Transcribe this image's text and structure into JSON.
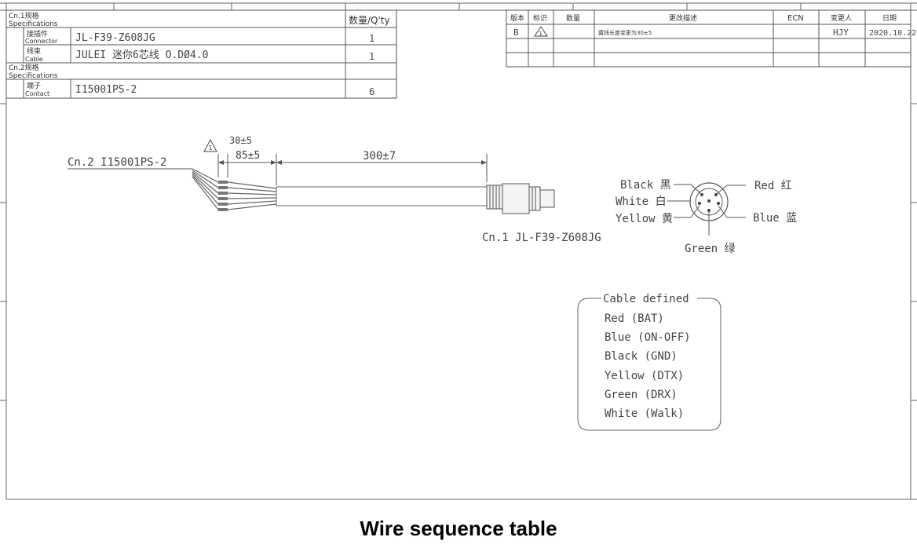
{
  "spec_table": {
    "cn1_label": "Cn.1规格",
    "cn1_sub": "Specifications",
    "qty_header": "数量/Q'ty",
    "connector_cn": "接插件",
    "connector_en": "Connector",
    "connector_value": "JL-F39-Z608JG",
    "connector_qty": "1",
    "cable_cn": "线束",
    "cable_en": "Cable",
    "cable_value": "JULEI 迷你6芯线 O.DØ4.0",
    "cable_qty": "1",
    "cn2_label": "Cn.2规格",
    "cn2_sub": "Specifications",
    "contact_cn": "端子",
    "contact_en": "Contact",
    "contact_value": "I15001PS-2",
    "contact_qty": "6"
  },
  "revision_table": {
    "headers": [
      "版本",
      "标识",
      "数量",
      "更改描述",
      "ECN",
      "变更人",
      "日期"
    ],
    "row": {
      "version": "B",
      "mark": "1",
      "qty": "",
      "desc": "露线长度变更为30±5",
      "ecn": "",
      "changer": "HJY",
      "date": "2020.10.22"
    }
  },
  "drawing": {
    "dim_strip": "30±5",
    "dim_strip_mark": "1",
    "dim_short": "85±5",
    "dim_long": "300±7",
    "cn2_label": "Cn.2 I15001PS-2",
    "cn1_label": "Cn.1 JL-F39-Z608JG"
  },
  "pinout": {
    "black": "Black 黑",
    "white": "White 白",
    "yellow": "Yellow 黄",
    "red": "Red 红",
    "blue": "Blue 蓝",
    "green": "Green 绿"
  },
  "cable_defined": {
    "title": "Cable defined",
    "items": [
      "Red (BAT)",
      "Blue (ON-OFF)",
      "Black (GND)",
      "Yellow (DTX)",
      "Green (DRX)",
      "White (Walk)"
    ]
  },
  "caption": "Wire sequence table"
}
